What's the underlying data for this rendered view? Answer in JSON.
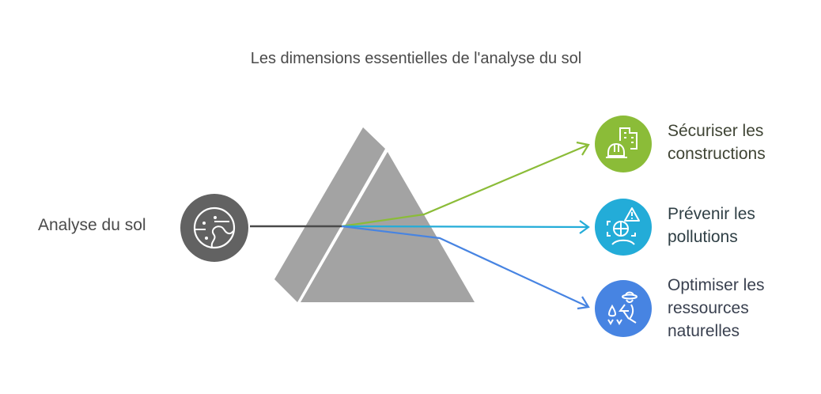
{
  "title": "Les dimensions essentielles de l'analyse du sol",
  "input": {
    "label": "Analyse du sol",
    "icon": "soil-globe-icon",
    "color": "#626262"
  },
  "prism": {
    "color": "#a3a3a3"
  },
  "outputs": [
    {
      "line1": "Sécuriser les",
      "line2": "constructions",
      "line3": "",
      "icon": "construction-helmet-building-icon",
      "color": "#8bbc38",
      "text_color": "#3f4434"
    },
    {
      "line1": "Prévenir les",
      "line2": "pollutions",
      "line3": "",
      "icon": "pollution-warning-globe-icon",
      "color": "#23acd8",
      "text_color": "#2f3f45"
    },
    {
      "line1": "Optimiser les",
      "line2": "ressources",
      "line3": "naturelles",
      "icon": "farmer-planting-icon",
      "color": "#4784e2",
      "text_color": "#3a4150"
    }
  ]
}
